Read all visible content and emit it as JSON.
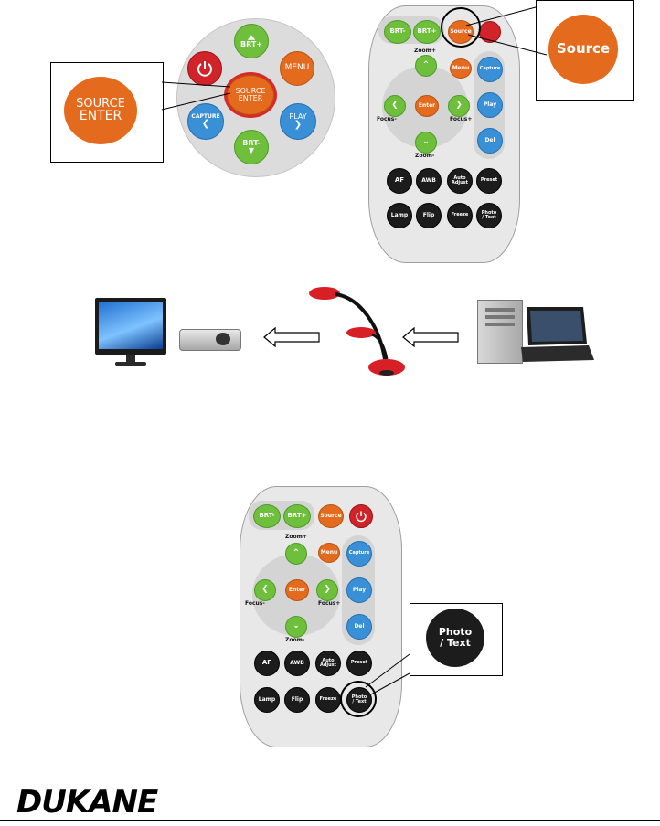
{
  "top_left_keypad": {
    "brt_plus": "BRT+",
    "menu": "MENU",
    "source_enter_line1": "SOURCE",
    "source_enter_line2": "ENTER",
    "capture": "CAPTURE",
    "play": "PLAY",
    "brt_minus": "BRT-",
    "callout_line1": "SOURCE",
    "callout_line2": "ENTER"
  },
  "remote": {
    "brt_minus": "BRT-",
    "brt_plus": "BRT+",
    "source": "Source",
    "zoom_plus": "Zoom+",
    "menu": "Menu",
    "capture": "Capture",
    "enter": "Enter",
    "focus_minus": "Focus-",
    "focus_plus": "Focus+",
    "play": "Play",
    "zoom_minus": "Zoom-",
    "del": "Del",
    "af": "AF",
    "awb": "AWB",
    "auto_adjust_line1": "Auto",
    "auto_adjust_line2": "Adjust",
    "preset": "Preset",
    "lamp": "Lamp",
    "flip": "Flip",
    "freeze": "Freeze",
    "photo_text_line1": "Photo",
    "photo_text_line2": "/ Text"
  },
  "callouts": {
    "source": "Source",
    "photo_text_line1": "Photo",
    "photo_text_line2": "/ Text"
  },
  "footer": {
    "logo": "DUKANE"
  },
  "colors": {
    "green": "#6dbf3c",
    "orange": "#e46a1d",
    "blue": "#3a90d6",
    "black": "#1c1c1c",
    "red": "#d1232a"
  }
}
